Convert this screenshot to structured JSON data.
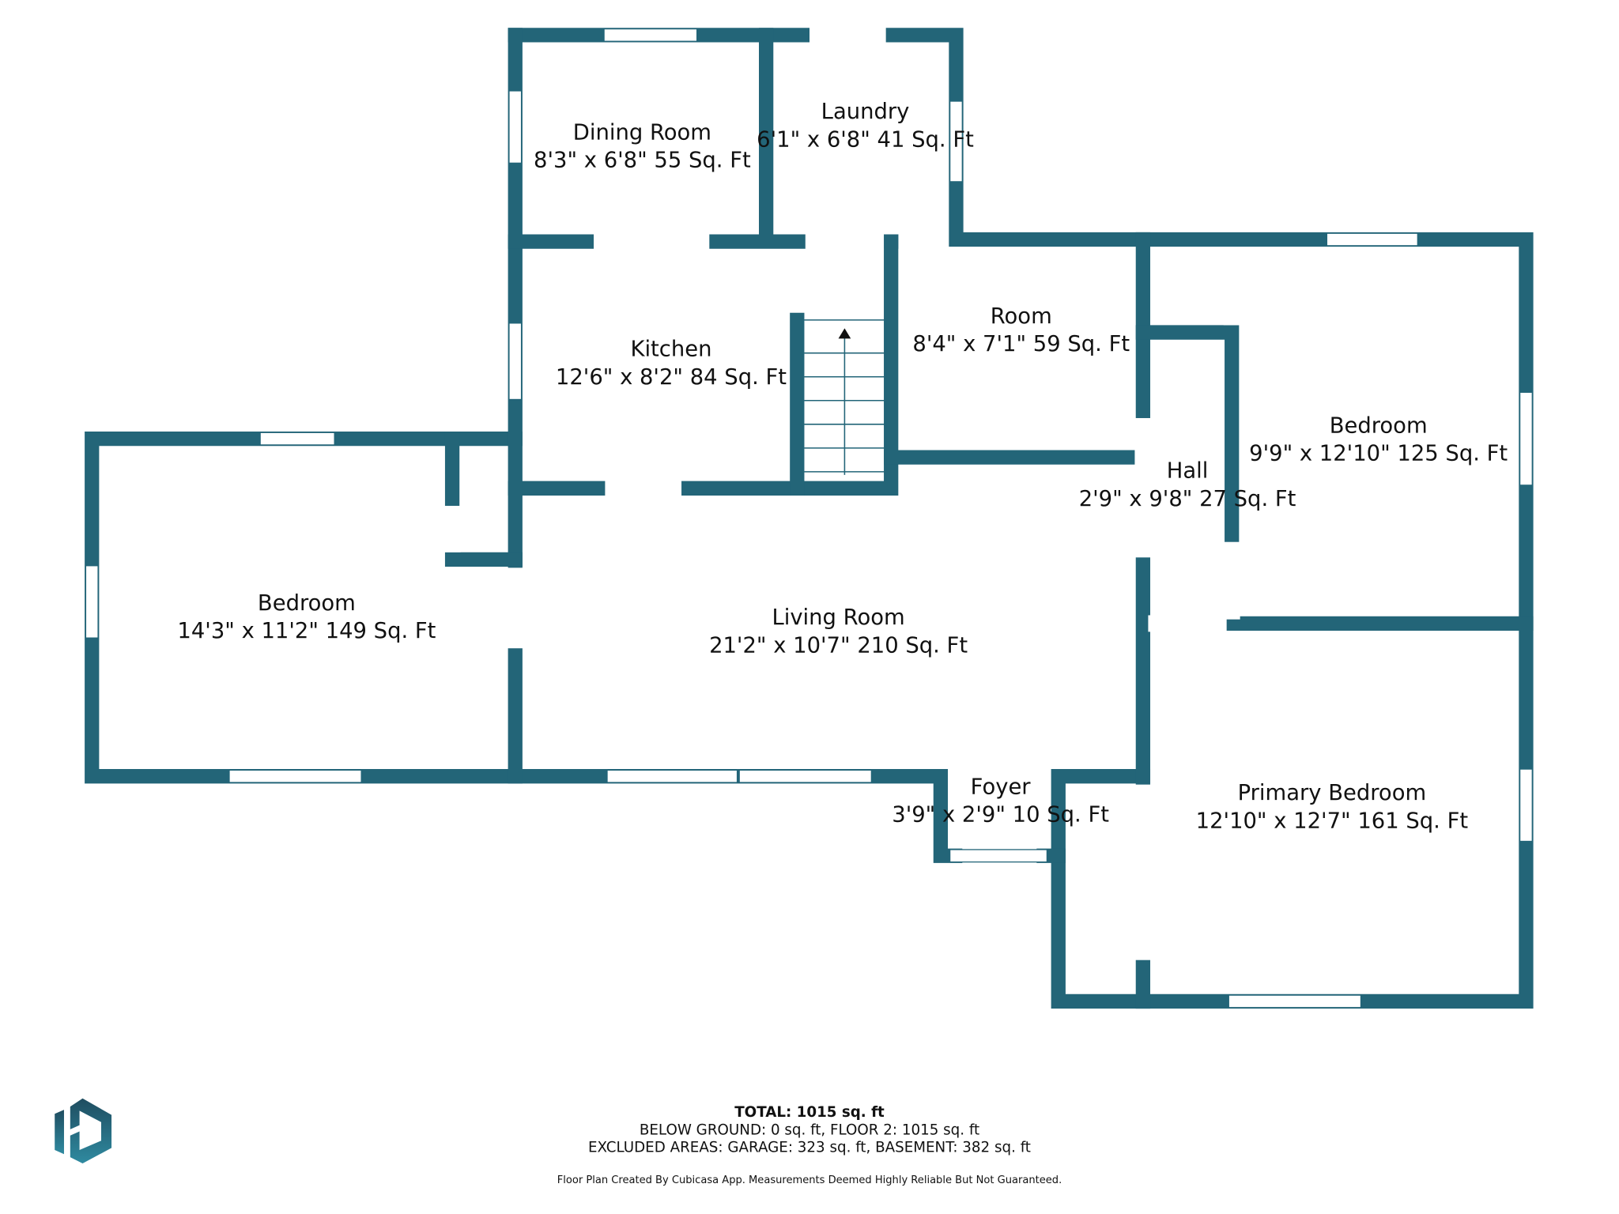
{
  "colors": {
    "wall": "#236578",
    "logo_dark": "#1f4d60",
    "logo_light": "#2f8aa0"
  },
  "rooms": [
    {
      "name": "Dining Room",
      "dims": "8'3\" x 6'8\" 55 Sq. Ft"
    },
    {
      "name": "Laundry",
      "dims": "6'1\" x 6'8\" 41 Sq. Ft"
    },
    {
      "name": "Kitchen",
      "dims": "12'6\" x 8'2\" 84 Sq. Ft"
    },
    {
      "name": "Room",
      "dims": "8'4\" x 7'1\" 59 Sq. Ft"
    },
    {
      "name": "Bedroom",
      "dims": "9'9\" x 12'10\" 125 Sq. Ft"
    },
    {
      "name": "Hall",
      "dims": "2'9\" x 9'8\" 27 Sq. Ft"
    },
    {
      "name": "Bedroom",
      "dims": "14'3\" x 11'2\" 149 Sq. Ft"
    },
    {
      "name": "Living Room",
      "dims": "21'2\" x 10'7\" 210 Sq. Ft"
    },
    {
      "name": "Foyer",
      "dims": "3'9\" x 2'9\" 10 Sq. Ft"
    },
    {
      "name": "Primary Bedroom",
      "dims": "12'10\" x 12'7\" 161 Sq. Ft"
    }
  ],
  "footer": {
    "total": "TOTAL: 1015 sq. ft",
    "floors": "BELOW GROUND: 0 sq. ft, FLOOR 2: 1015 sq. ft",
    "excluded": "EXCLUDED AREAS: GARAGE: 323 sq. ft, BASEMENT: 382 sq. ft",
    "disclaimer": "Floor Plan Created By Cubicasa App. Measurements Deemed Highly Reliable But Not Guaranteed."
  }
}
